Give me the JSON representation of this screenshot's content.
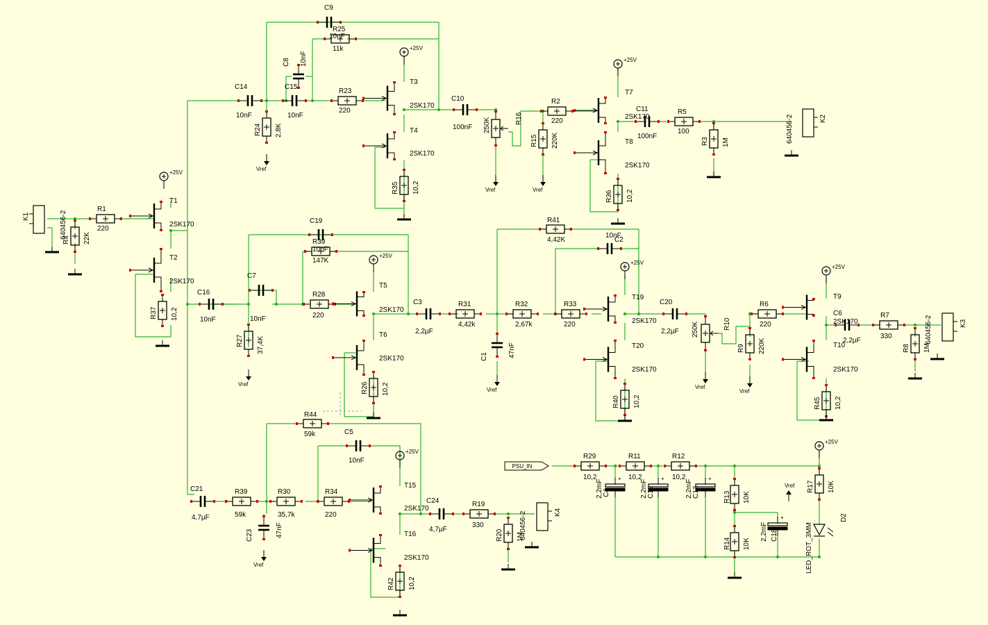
{
  "colors": {
    "background": "#ffffe0",
    "wire": "#2db02d",
    "component": "#000000",
    "pin": "#cc0000",
    "junction": "#2db02d"
  },
  "connectors": [
    {
      "ref": "K1",
      "part": "640456-2"
    },
    {
      "ref": "K2",
      "part": "640456-2"
    },
    {
      "ref": "K3",
      "part": "640456-2"
    },
    {
      "ref": "K4",
      "part": "640456-2"
    }
  ],
  "resistors": [
    {
      "ref": "R1",
      "value": "220"
    },
    {
      "ref": "R4",
      "value": "22K"
    },
    {
      "ref": "R37",
      "value": "10,2"
    },
    {
      "ref": "R24",
      "value": "2,8K"
    },
    {
      "ref": "R25",
      "value": "11k"
    },
    {
      "ref": "R23",
      "value": "220"
    },
    {
      "ref": "R35",
      "value": "10,2"
    },
    {
      "ref": "R16",
      "value": "250K"
    },
    {
      "ref": "R15",
      "value": "220K"
    },
    {
      "ref": "R2",
      "value": "220"
    },
    {
      "ref": "R36",
      "value": "10,2"
    },
    {
      "ref": "R5",
      "value": "100"
    },
    {
      "ref": "R3",
      "value": "1M"
    },
    {
      "ref": "R39",
      "value": "147K"
    },
    {
      "ref": "R28",
      "value": "220"
    },
    {
      "ref": "R27",
      "value": "37,4K"
    },
    {
      "ref": "R26",
      "value": "10,2"
    },
    {
      "ref": "R31",
      "value": "4,42k"
    },
    {
      "ref": "R32",
      "value": "2,67k"
    },
    {
      "ref": "R33",
      "value": "220"
    },
    {
      "ref": "R41",
      "value": "4,42K"
    },
    {
      "ref": "R40",
      "value": "10,2"
    },
    {
      "ref": "R10",
      "value": "250K"
    },
    {
      "ref": "R9",
      "value": "220K"
    },
    {
      "ref": "R6",
      "value": "220"
    },
    {
      "ref": "R45",
      "value": "10,2"
    },
    {
      "ref": "R7",
      "value": "330"
    },
    {
      "ref": "R8",
      "value": "1M"
    },
    {
      "ref": "R44",
      "value": "59k"
    },
    {
      "ref": "R39",
      "value": "59k"
    },
    {
      "ref": "R30",
      "value": "35,7k"
    },
    {
      "ref": "R34",
      "value": "220"
    },
    {
      "ref": "R42",
      "value": "10,2"
    },
    {
      "ref": "R19",
      "value": "330"
    },
    {
      "ref": "R20",
      "value": "1M"
    },
    {
      "ref": "R29",
      "value": "10,2"
    },
    {
      "ref": "R11",
      "value": "10,2"
    },
    {
      "ref": "R12",
      "value": "10,2"
    },
    {
      "ref": "R13",
      "value": "10K"
    },
    {
      "ref": "R14",
      "value": "10K"
    },
    {
      "ref": "R17",
      "value": "10K"
    }
  ],
  "capacitors": [
    {
      "ref": "C9",
      "value": "10nF"
    },
    {
      "ref": "C8",
      "value": "10nF"
    },
    {
      "ref": "C15",
      "value": "10nF"
    },
    {
      "ref": "C14",
      "value": "10nF"
    },
    {
      "ref": "C10",
      "value": "100nF"
    },
    {
      "ref": "C11",
      "value": "100nF"
    },
    {
      "ref": "C19",
      "value": "10nF"
    },
    {
      "ref": "C7",
      "value": "10nF"
    },
    {
      "ref": "C16",
      "value": "10nF"
    },
    {
      "ref": "C3",
      "value": "2,2µF"
    },
    {
      "ref": "C1",
      "value": "47nF"
    },
    {
      "ref": "C2",
      "value": "10nF"
    },
    {
      "ref": "C20",
      "value": "2,2µF"
    },
    {
      "ref": "C6",
      "value": "2,2µF"
    },
    {
      "ref": "C5",
      "value": "10nF"
    },
    {
      "ref": "C21",
      "value": "4,7µF"
    },
    {
      "ref": "C23",
      "value": "47nF"
    },
    {
      "ref": "C24",
      "value": "4,7µF"
    },
    {
      "ref": "C4",
      "value": "2,2mF"
    },
    {
      "ref": "C12",
      "value": "2,2mF"
    },
    {
      "ref": "C13",
      "value": "2,2mF"
    },
    {
      "ref": "C18",
      "value": "2,2mF"
    }
  ],
  "transistors": [
    {
      "ref": "T1",
      "part": "2SK170"
    },
    {
      "ref": "T2",
      "part": "2SK170"
    },
    {
      "ref": "T3",
      "part": "2SK170"
    },
    {
      "ref": "T4",
      "part": "2SK170"
    },
    {
      "ref": "T5",
      "part": "2SK170"
    },
    {
      "ref": "T6",
      "part": "2SK170"
    },
    {
      "ref": "T7",
      "part": "2SK170"
    },
    {
      "ref": "T8",
      "part": "2SK170"
    },
    {
      "ref": "T9",
      "part": "2SK170"
    },
    {
      "ref": "T10",
      "part": "2SK170"
    },
    {
      "ref": "T15",
      "part": "2SK170"
    },
    {
      "ref": "T16",
      "part": "2SK170"
    },
    {
      "ref": "T19",
      "part": "2SK170"
    },
    {
      "ref": "T20",
      "part": "2SK170"
    }
  ],
  "power": {
    "label": "+25V",
    "ref_label": "Vref",
    "psu_input": "PSU_IN"
  },
  "led": {
    "ref": "D2",
    "part": "LED_ROT_3MM"
  }
}
